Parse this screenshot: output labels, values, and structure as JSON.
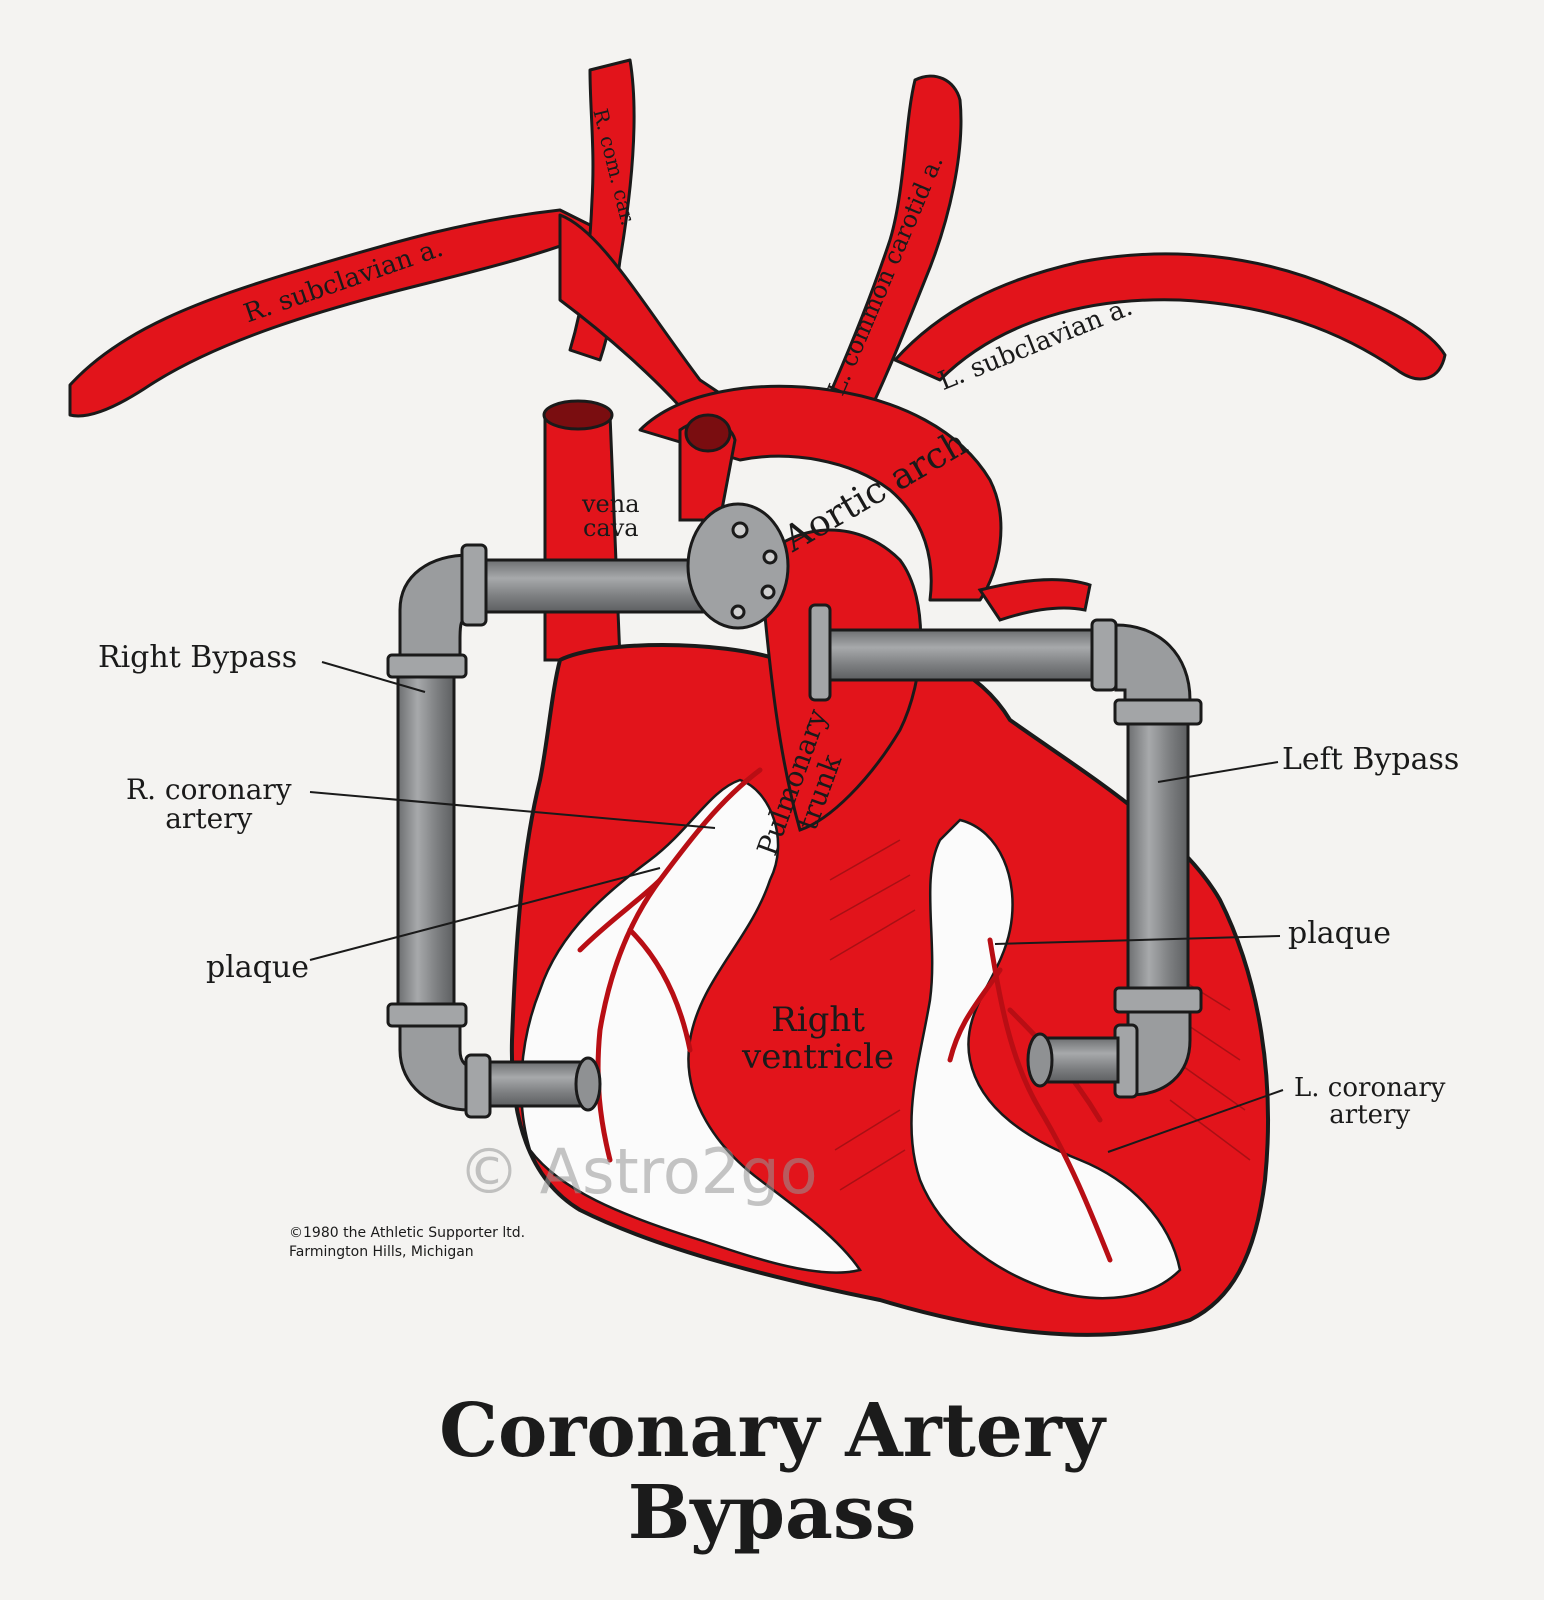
{
  "title": {
    "line1": "Coronary Artery",
    "line2": "Bypass"
  },
  "vessel_labels": {
    "r_subclavian": "R. subclavian a.",
    "r_com_car": "R. com. car.",
    "l_common_carotid": "L. common carotid a.",
    "l_subclavian": "L. subclavian a.",
    "vena_cava_1": "vena",
    "vena_cava_2": "cava",
    "aortic_arch": "Aortic arch",
    "pulmonary_trunk_1": "Pulmonary",
    "pulmonary_trunk_2": "trunk",
    "right_ventricle_1": "Right",
    "right_ventricle_2": "ventricle"
  },
  "callouts": {
    "right_bypass": "Right Bypass",
    "r_coronary_1": "R. coronary",
    "r_coronary_2": "artery",
    "plaque_left": "plaque",
    "left_bypass": "Left Bypass",
    "plaque_right": "plaque",
    "l_coronary_1": "L. coronary",
    "l_coronary_2": "artery"
  },
  "copyright": {
    "line1": "©1980 the Athletic Supporter ltd.",
    "line2": "Farmington Hills, Michigan"
  },
  "watermark": "© Astro2go",
  "colors": {
    "heart_red": "#e2141b",
    "pipe_gray": "#8f9193",
    "fat_white": "#fbfbfb",
    "outline": "#1a1a1a"
  }
}
